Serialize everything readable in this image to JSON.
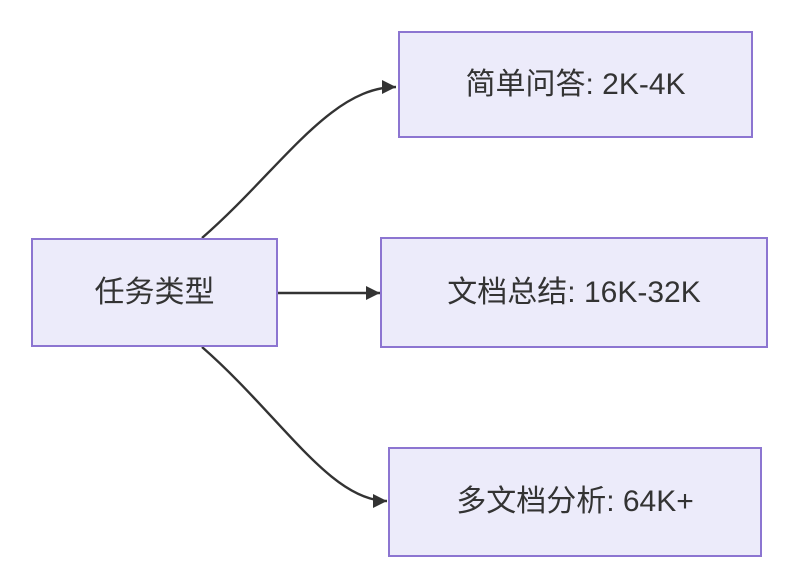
{
  "diagram": {
    "root": {
      "label": "任务类型"
    },
    "branches": [
      {
        "label": "简单问答: 2K-4K"
      },
      {
        "label": "文档总结: 16K-32K"
      },
      {
        "label": "多文档分析: 64K+"
      }
    ]
  },
  "colors": {
    "node-fill": "#ECEBFA",
    "node-border": "#8C75D1",
    "edge-color": "#333333",
    "text-color": "#333333",
    "canvas-bg": "#FFFFFF"
  }
}
